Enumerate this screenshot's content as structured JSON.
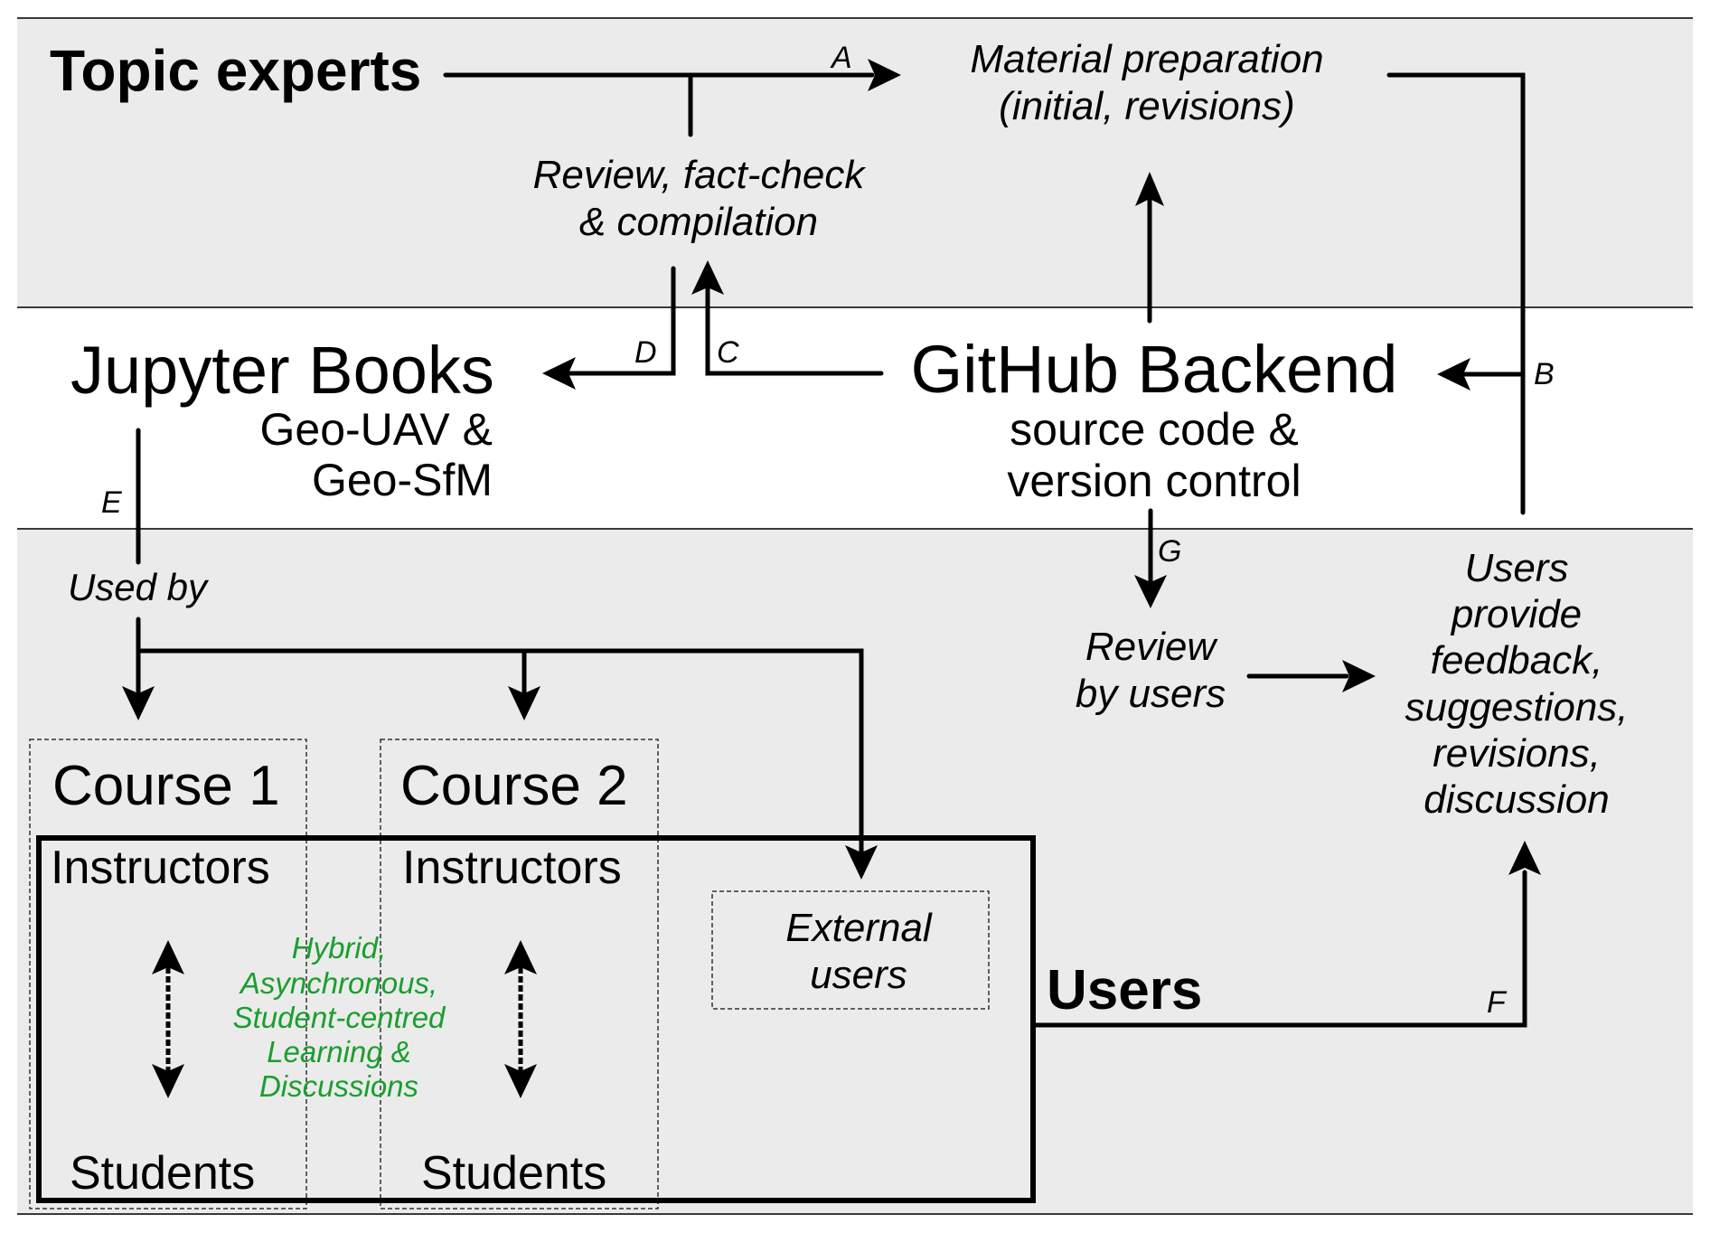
{
  "bands": {
    "top": "Topic experts",
    "middle_left": "Jupyter Books",
    "middle_right": "GitHub Backend",
    "bottom": "Users"
  },
  "nodes": {
    "topic_experts": "Topic experts",
    "material_preparation": [
      "Material preparation",
      "(initial, revisions)"
    ],
    "review_factcheck": [
      "Review, fact-check",
      "& compilation"
    ],
    "jupyter_books": {
      "title": "Jupyter Books",
      "subtitle": [
        "Geo-UAV &",
        "Geo-SfM"
      ]
    },
    "github_backend": {
      "title": "GitHub Backend",
      "subtitle": [
        "source code &",
        "version control"
      ]
    },
    "used_by": "Used by",
    "course1": {
      "title": "Course 1",
      "instructors": "Instructors",
      "students": "Students"
    },
    "course2": {
      "title": "Course 2",
      "instructors": "Instructors",
      "students": "Students"
    },
    "learning_note": [
      "Hybrid,",
      "Asynchronous,",
      "Student-centred",
      "Learning &",
      "Discussions"
    ],
    "external_users": [
      "External",
      "users"
    ],
    "users": "Users",
    "review_by_users": [
      "Review",
      "by users"
    ],
    "user_feedback": [
      "Users",
      "provide",
      "feedback,",
      "suggestions,",
      "revisions,",
      "discussion"
    ]
  },
  "edge_labels": {
    "A": "A",
    "B": "B",
    "C": "C",
    "D": "D",
    "E": "E",
    "F": "F",
    "G": "G"
  },
  "colors": {
    "band_fill": "#ebebeb",
    "learning_note": "#1a9e2e",
    "lines": "#000000"
  }
}
